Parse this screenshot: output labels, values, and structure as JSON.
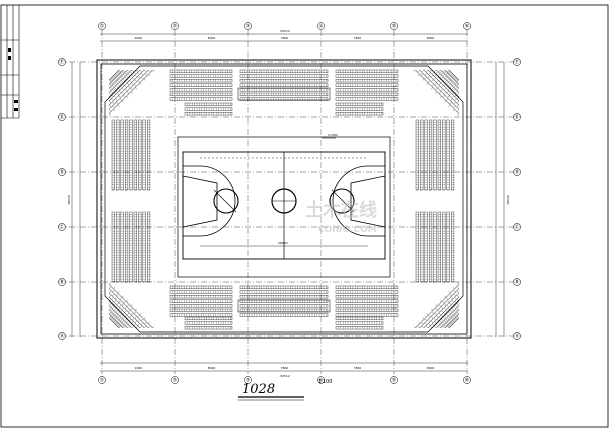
{
  "drawing": {
    "title": "1028",
    "scale": "1:100",
    "grid_columns": [
      "①",
      "②",
      "③",
      "④",
      "⑤",
      "⑥"
    ],
    "grid_rows": [
      "Ⓕ",
      "Ⓔ",
      "Ⓓ",
      "Ⓒ",
      "Ⓑ",
      "Ⓐ"
    ],
    "dimension_labels": {
      "overall_top": "52512",
      "overall_bottom": "52512",
      "overall_left": "38640",
      "overall_right": "38640",
      "bays": [
        "9000",
        "8000",
        "7800",
        "7800",
        "8000",
        "9000"
      ],
      "court": "17000",
      "court_length": "28000"
    },
    "watermark": "土木在线",
    "watermark_latin": "COIBO.COM"
  },
  "colors": {
    "line": "#000000",
    "paper": "#ffffff",
    "watermark": "#bdbdbd"
  }
}
